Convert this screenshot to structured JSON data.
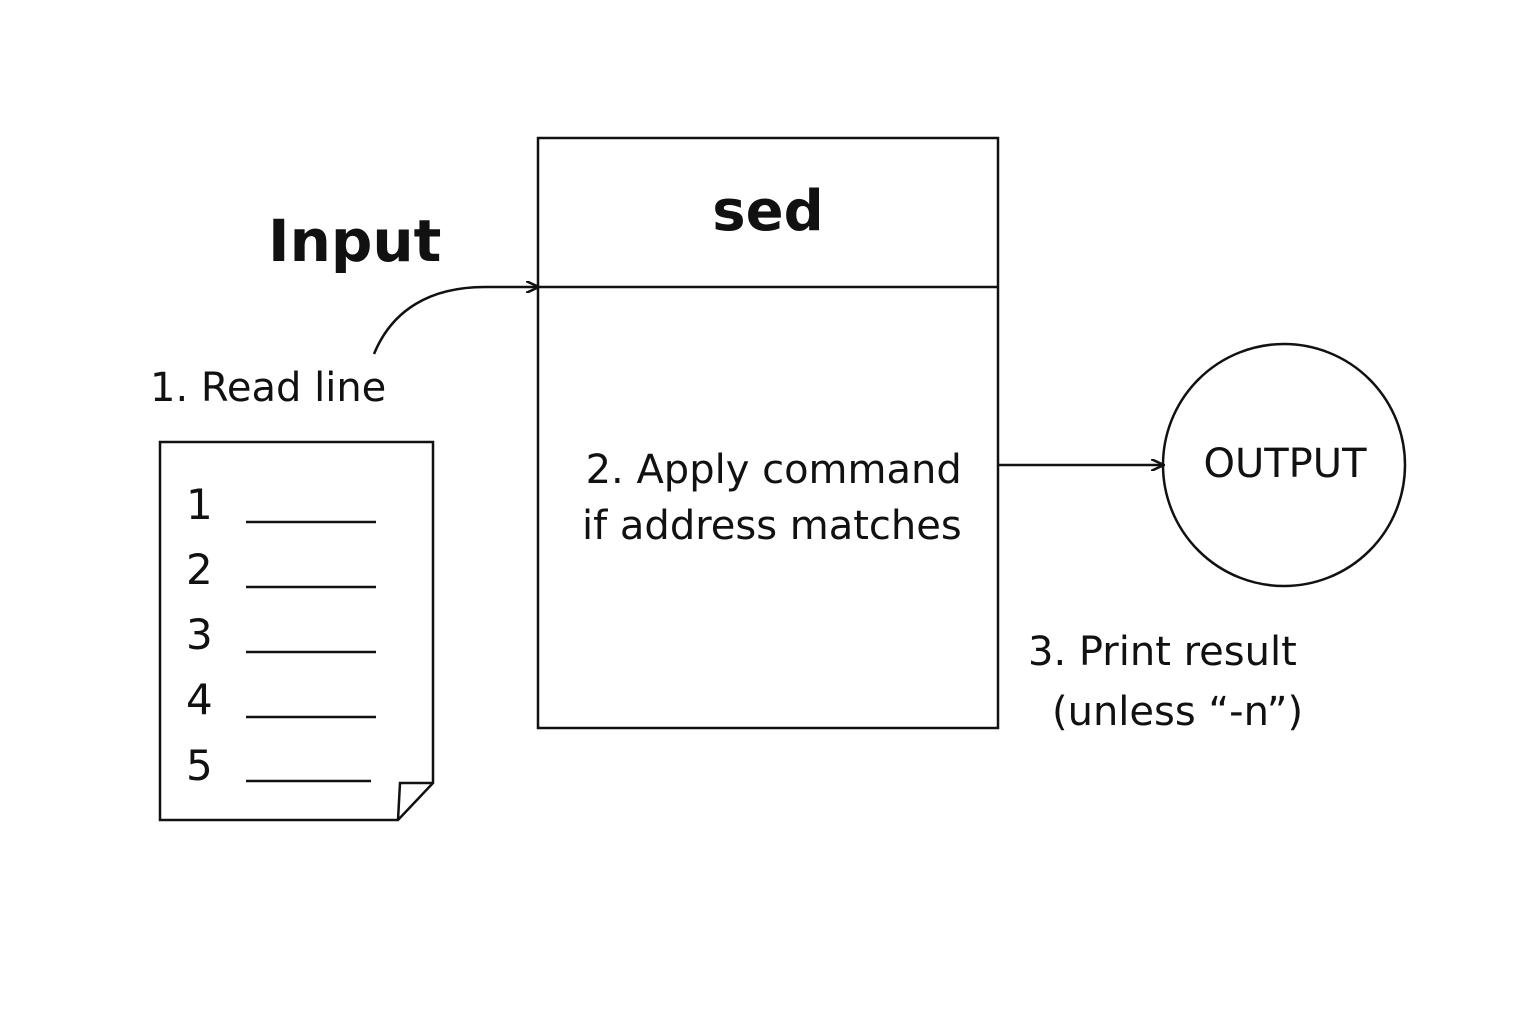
{
  "input_label": "Input",
  "step1_label": "1. Read line",
  "process_title": "sed",
  "step2_line1": "2. Apply command",
  "step2_line2": "if address matches",
  "output_label": "OUTPUT",
  "step3_line1": "3. Print result",
  "step3_line2": "(unless “-n”)",
  "file_lines": [
    "1",
    "2",
    "3",
    "4",
    "5"
  ]
}
